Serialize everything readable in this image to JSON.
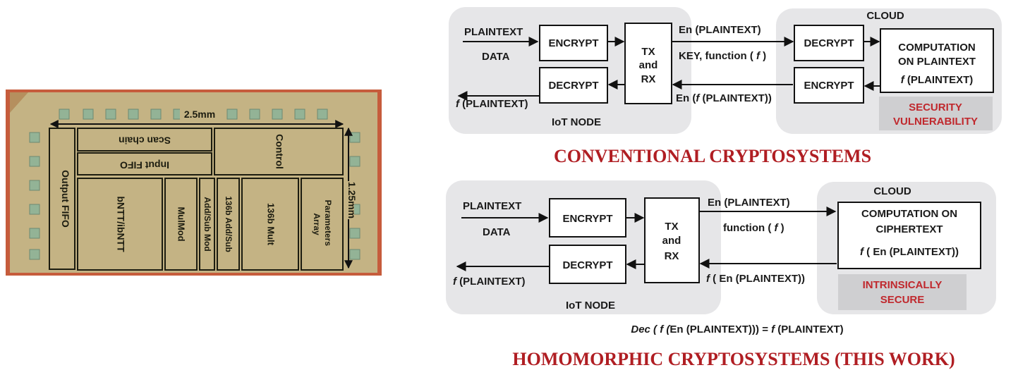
{
  "colors": {
    "panel": "#e6e6e8",
    "box": "#ffffff",
    "line": "#111111",
    "title_red": "#b01e23",
    "warning_red": "#c0282d",
    "warning_bg": "#cfcfd1",
    "die": "#c4b384",
    "die_edge": "#c65c3c"
  },
  "chip": {
    "width_label": "2.5mm",
    "height_label": "1.25mm",
    "blocks": {
      "output_fifo": "Output FIFO",
      "scan_chain": "Scan chain",
      "input_fifo": "Input FIFO",
      "control": "Control",
      "bntt": "bNTT/ibNTT",
      "mulmod": "MulMod",
      "addsub_mod": "Add/Sub Mod",
      "addsub_136": "136b Add/Sub",
      "mult_136": "136b Mult",
      "params": "Parameters Array"
    }
  },
  "conventional": {
    "title": "CONVENTIONAL CRYPTOSYSTEMS",
    "iot_label": "IoT NODE",
    "cloud_label": "CLOUD",
    "plaintext": "PLAINTEXT",
    "data": "DATA",
    "encrypt": "ENCRYPT",
    "decrypt": "DECRYPT",
    "tx": "TX",
    "and": "and",
    "rx": "RX",
    "f_out": "f (PLAINTEXT)",
    "en_plain": "En (PLAINTEXT)",
    "key_fn": "KEY, function ( f )",
    "en_f": "En (f (PLAINTEXT))",
    "cloud_decrypt": "DECRYPT",
    "cloud_encrypt": "ENCRYPT",
    "comp_line1": "COMPUTATION",
    "comp_line2": "ON PLAINTEXT",
    "comp_line3": "f (PLAINTEXT)",
    "warn_line1": "SECURITY",
    "warn_line2": "VULNERABILITY"
  },
  "homomorphic": {
    "title": "HOMOMORPHIC CRYPTOSYSTEMS (THIS WORK)",
    "iot_label": "IoT NODE",
    "cloud_label": "CLOUD",
    "plaintext": "PLAINTEXT",
    "data": "DATA",
    "encrypt": "ENCRYPT",
    "decrypt": "DECRYPT",
    "tx": "TX",
    "and": "and",
    "rx": "RX",
    "f_out": "f (PLAINTEXT)",
    "en_plain": "En (PLAINTEXT)",
    "fn": "function ( f )",
    "f_en": "f ( En (PLAINTEXT))",
    "comp_line1": "COMPUTATION ON",
    "comp_line2": "CIPHERTEXT",
    "comp_line3": "f ( En (PLAINTEXT))",
    "warn_line1": "INTRINSICALLY",
    "warn_line2": "SECURE",
    "equation": "Dec ( f (En (PLAINTEXT))) = f (PLAINTEXT)"
  }
}
